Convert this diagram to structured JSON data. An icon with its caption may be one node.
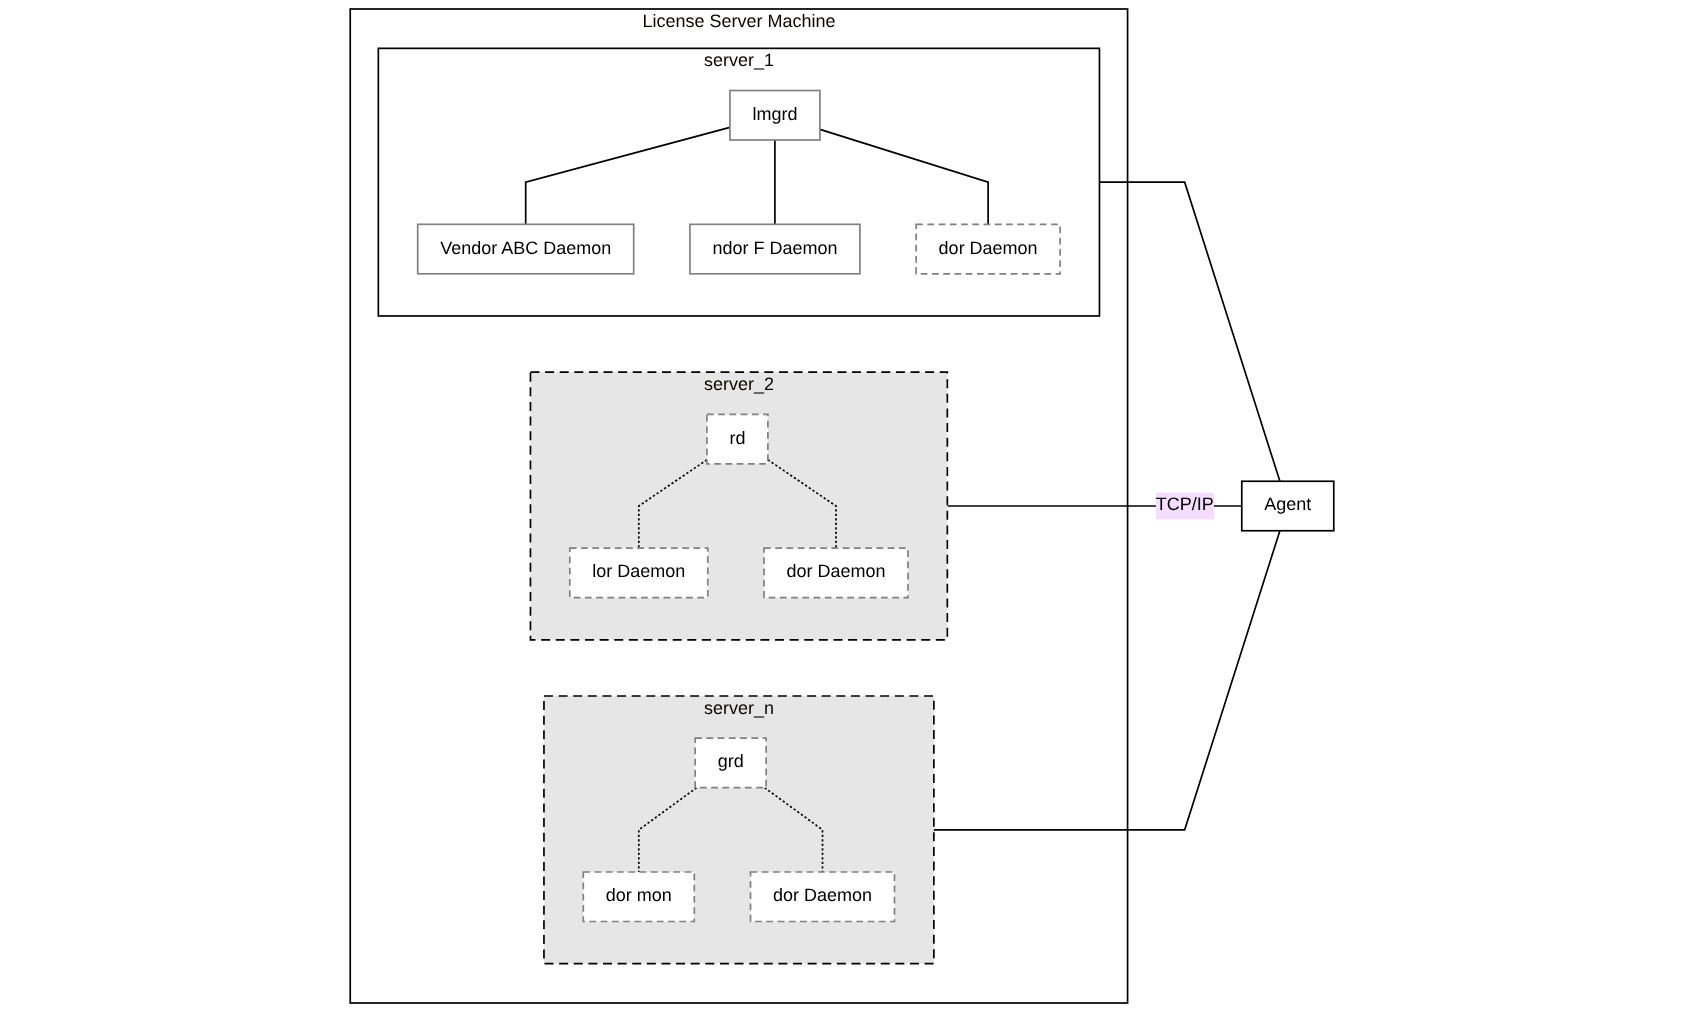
{
  "diagram": {
    "nodes": [
      {
        "text": [
          "License Server Machine"
        ]
      },
      {
        "text": [
          "server_1"
        ],
        "in": 0
      },
      {
        "text": [
          "lmgrd"
        ],
        "in": 1
      },
      {
        "text": [
          "Vendor ABC Daemon"
        ],
        "in": 1
      },
      {
        "text": [
          "ndor F Daemon"
        ],
        "in": 1
      },
      {
        "text": [
          "dor Daemon"
        ],
        "in": 1
      },
      {
        "text": [
          "server_2"
        ],
        "in": 0
      },
      {
        "text": [
          "rd"
        ],
        "in": 6
      },
      {
        "text": [
          "lor Daemon"
        ],
        "in": 6
      },
      {
        "text": [
          "dor Daemon"
        ],
        "in": 6
      },
      {
        "text": [
          "server_n"
        ],
        "in": 0
      },
      {
        "text": [
          "grd"
        ],
        "in": 10
      },
      {
        "text": [
          "dor mon"
        ],
        "in": 10
      },
      {
        "text": [
          "dor Daemon"
        ],
        "in": 10
      },
      {
        "text": [
          "Agent"
        ]
      }
    ],
    "edges": [
      {
        "from": 2,
        "to": 3,
        "arrow": "none"
      },
      {
        "from": 2,
        "to": 4,
        "arrow": "none"
      },
      {
        "from": 2,
        "to": 5,
        "arrow": "none"
      },
      {
        "from": 7,
        "to": 8,
        "arrow": "none",
        "style": "dashed"
      },
      {
        "from": 7,
        "to": 9,
        "arrow": "none",
        "style": "dashed"
      },
      {
        "from": 11,
        "to": 12,
        "arrow": "none",
        "style": "dashed"
      },
      {
        "from": 11,
        "to": 13,
        "arrow": "none",
        "style": "dashed"
      },
      {
        "from": 1,
        "to": 14,
        "arrow": "none"
      },
      {
        "from": 6,
        "to": 14,
        "arrow": "none",
        "label": "TCP/IP"
      },
      {
        "from": 10,
        "to": 14,
        "arrow": "none"
      }
    ]
  }
}
